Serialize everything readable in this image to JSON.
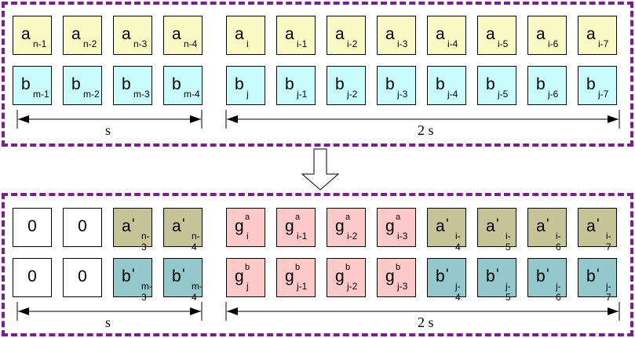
{
  "colors": {
    "border": "#7a1f8c",
    "yellow": "#fbfac4",
    "cyan": "#c9fcfc",
    "pink": "#fcc8c8",
    "olive": "#c7c398",
    "teal": "#93c9ca",
    "white": "#ffffff"
  },
  "icons": {
    "transform_arrow": "down-arrow-icon"
  },
  "top": {
    "row_a": [
      {
        "base": "a",
        "sub": "n-1",
        "color": "#fbfac4"
      },
      {
        "base": "a",
        "sub": "n-2",
        "color": "#fbfac4"
      },
      {
        "base": "a",
        "sub": "n-3",
        "color": "#fbfac4"
      },
      {
        "base": "a",
        "sub": "n-4",
        "color": "#fbfac4"
      },
      {
        "base": "a",
        "sub": "i",
        "color": "#fbfac4"
      },
      {
        "base": "a",
        "sub": "i-1",
        "color": "#fbfac4"
      },
      {
        "base": "a",
        "sub": "i-2",
        "color": "#fbfac4"
      },
      {
        "base": "a",
        "sub": "i-3",
        "color": "#fbfac4"
      },
      {
        "base": "a",
        "sub": "i-4",
        "color": "#fbfac4"
      },
      {
        "base": "a",
        "sub": "i-5",
        "color": "#fbfac4"
      },
      {
        "base": "a",
        "sub": "i-6",
        "color": "#fbfac4"
      },
      {
        "base": "a",
        "sub": "i-7",
        "color": "#fbfac4"
      }
    ],
    "row_b": [
      {
        "base": "b",
        "sub": "m-1",
        "color": "#c9fcfc"
      },
      {
        "base": "b",
        "sub": "m-2",
        "color": "#c9fcfc"
      },
      {
        "base": "b",
        "sub": "m-3",
        "color": "#c9fcfc"
      },
      {
        "base": "b",
        "sub": "m-4",
        "color": "#c9fcfc"
      },
      {
        "base": "b",
        "sub": "j",
        "color": "#c9fcfc"
      },
      {
        "base": "b",
        "sub": "j-1",
        "color": "#c9fcfc"
      },
      {
        "base": "b",
        "sub": "j-2",
        "color": "#c9fcfc"
      },
      {
        "base": "b",
        "sub": "j-3",
        "color": "#c9fcfc"
      },
      {
        "base": "b",
        "sub": "j-4",
        "color": "#c9fcfc"
      },
      {
        "base": "b",
        "sub": "j-5",
        "color": "#c9fcfc"
      },
      {
        "base": "b",
        "sub": "j-6",
        "color": "#c9fcfc"
      },
      {
        "base": "b",
        "sub": "j-7",
        "color": "#c9fcfc"
      }
    ],
    "dim_left_label": "s",
    "dim_right_label": "2 s"
  },
  "bottom": {
    "row_a": [
      {
        "base": "0",
        "color": "#ffffff"
      },
      {
        "base": "0",
        "color": "#ffffff"
      },
      {
        "base": "a",
        "prime": "'",
        "sub": "n-3",
        "color": "#c7c398"
      },
      {
        "base": "a",
        "prime": "'",
        "sub": "n-4",
        "color": "#c7c398"
      },
      {
        "base": "g",
        "sup": "a",
        "sub": "i",
        "color": "#fcc8c8"
      },
      {
        "base": "g",
        "sup": "a",
        "sub": "i-1",
        "color": "#fcc8c8"
      },
      {
        "base": "g",
        "sup": "a",
        "sub": "i-2",
        "color": "#fcc8c8"
      },
      {
        "base": "g",
        "sup": "a",
        "sub": "i-3",
        "color": "#fcc8c8"
      },
      {
        "base": "a",
        "prime": "'",
        "sub": "i-4",
        "color": "#c7c398"
      },
      {
        "base": "a",
        "prime": "'",
        "sub": "i-5",
        "color": "#c7c398"
      },
      {
        "base": "a",
        "prime": "'",
        "sub": "i-6",
        "color": "#c7c398"
      },
      {
        "base": "a",
        "prime": "'",
        "sub": "i-7",
        "color": "#c7c398"
      }
    ],
    "row_b": [
      {
        "base": "0",
        "color": "#ffffff"
      },
      {
        "base": "0",
        "color": "#ffffff"
      },
      {
        "base": "b",
        "prime": "'",
        "sub": "m-3",
        "color": "#93c9ca"
      },
      {
        "base": "b",
        "prime": "'",
        "sub": "m-4",
        "color": "#93c9ca"
      },
      {
        "base": "g",
        "sup": "b",
        "sub": "j",
        "color": "#fcc8c8"
      },
      {
        "base": "g",
        "sup": "b",
        "sub": "j-1",
        "color": "#fcc8c8"
      },
      {
        "base": "g",
        "sup": "b",
        "sub": "j-2",
        "color": "#fcc8c8"
      },
      {
        "base": "g",
        "sup": "b",
        "sub": "j-3",
        "color": "#fcc8c8"
      },
      {
        "base": "b",
        "prime": "'",
        "sub": "j-4",
        "color": "#93c9ca"
      },
      {
        "base": "b",
        "prime": "'",
        "sub": "j-5",
        "color": "#93c9ca"
      },
      {
        "base": "b",
        "prime": "'",
        "sub": "j-6",
        "color": "#93c9ca"
      },
      {
        "base": "b",
        "prime": "'",
        "sub": "j-7",
        "color": "#93c9ca"
      }
    ],
    "dim_left_label": "s",
    "dim_right_label": "2 s"
  }
}
